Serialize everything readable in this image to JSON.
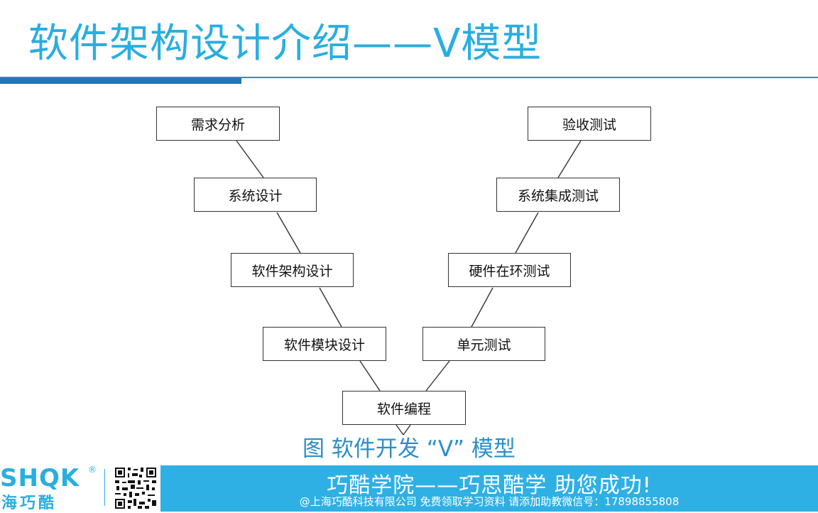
{
  "title": "软件架构设计介绍——V模型",
  "diagram": {
    "left_boxes": [
      "需求分析",
      "系统设计",
      "软件架构设计",
      "软件模块设计"
    ],
    "bottom_box": "软件编程",
    "right_boxes": [
      "单元测试",
      "硬件在环测试",
      "系统集成测试",
      "验收测试"
    ],
    "caption": "图 软件开发 “V” 模型"
  },
  "footer": {
    "logo_text": "SHQK",
    "logo_cn": "海巧酷",
    "slogan": "巧酷学院——巧思酷学 助您成功!",
    "contact": "@上海巧酷科技有限公司 免费领取学习资料 请添加助教微信号：17898855808"
  },
  "colors": {
    "title": "#29aee0",
    "footer_band": "#2eb0e4",
    "rule": "#1f76ba"
  },
  "icons": [
    "qr-code-icon",
    "registered-mark-icon"
  ]
}
